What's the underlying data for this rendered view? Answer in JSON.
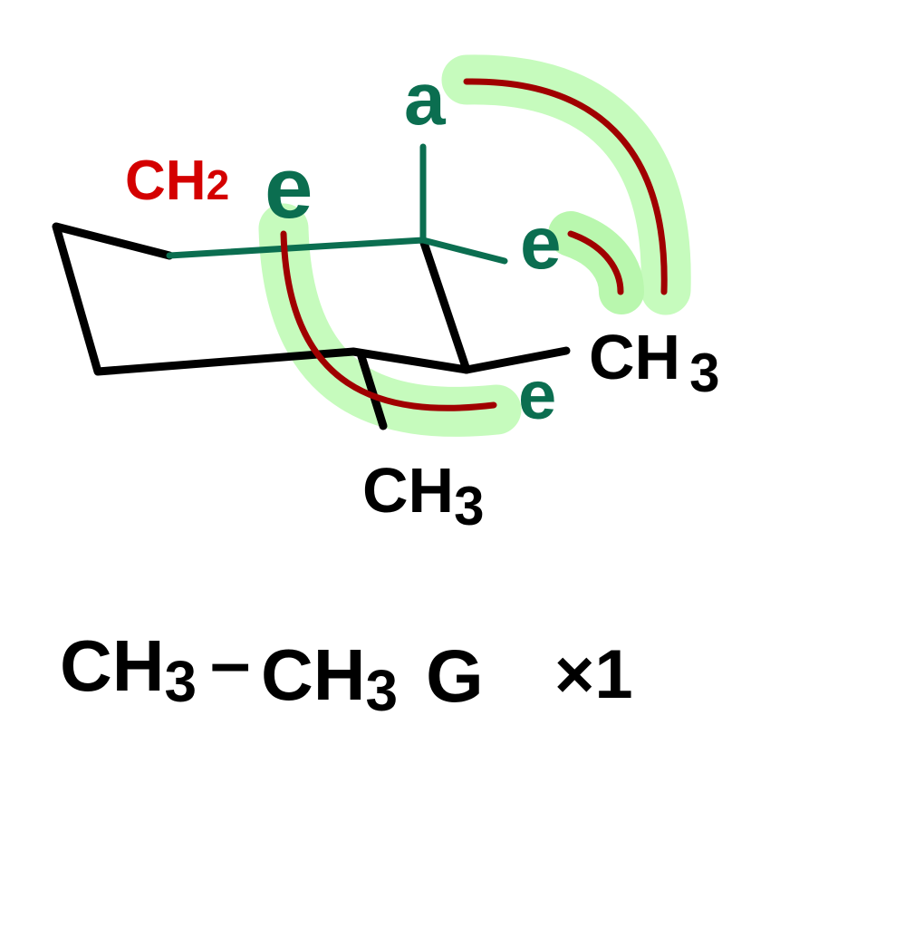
{
  "colors": {
    "bond": "#000000",
    "position_label": "#0b6e50",
    "interaction": "#a00000",
    "highlight": "#c6fbbd",
    "methylene": "#d40000"
  },
  "labels": {
    "methylene": {
      "main": "CH",
      "sub": "2"
    },
    "equatorial_top": "e",
    "axial": "a",
    "equatorial_right": "e",
    "equatorial_bottom": "e",
    "methyl_right": {
      "main": "CH",
      "sub": "3"
    },
    "methyl_bottom": {
      "main": "CH",
      "sub": "3"
    }
  },
  "equation": {
    "left": {
      "main": "CH",
      "sub": "3"
    },
    "dash": "–",
    "right": {
      "main": "CH",
      "sub": "3"
    },
    "interaction_type": "G",
    "multiplier": "×1"
  }
}
